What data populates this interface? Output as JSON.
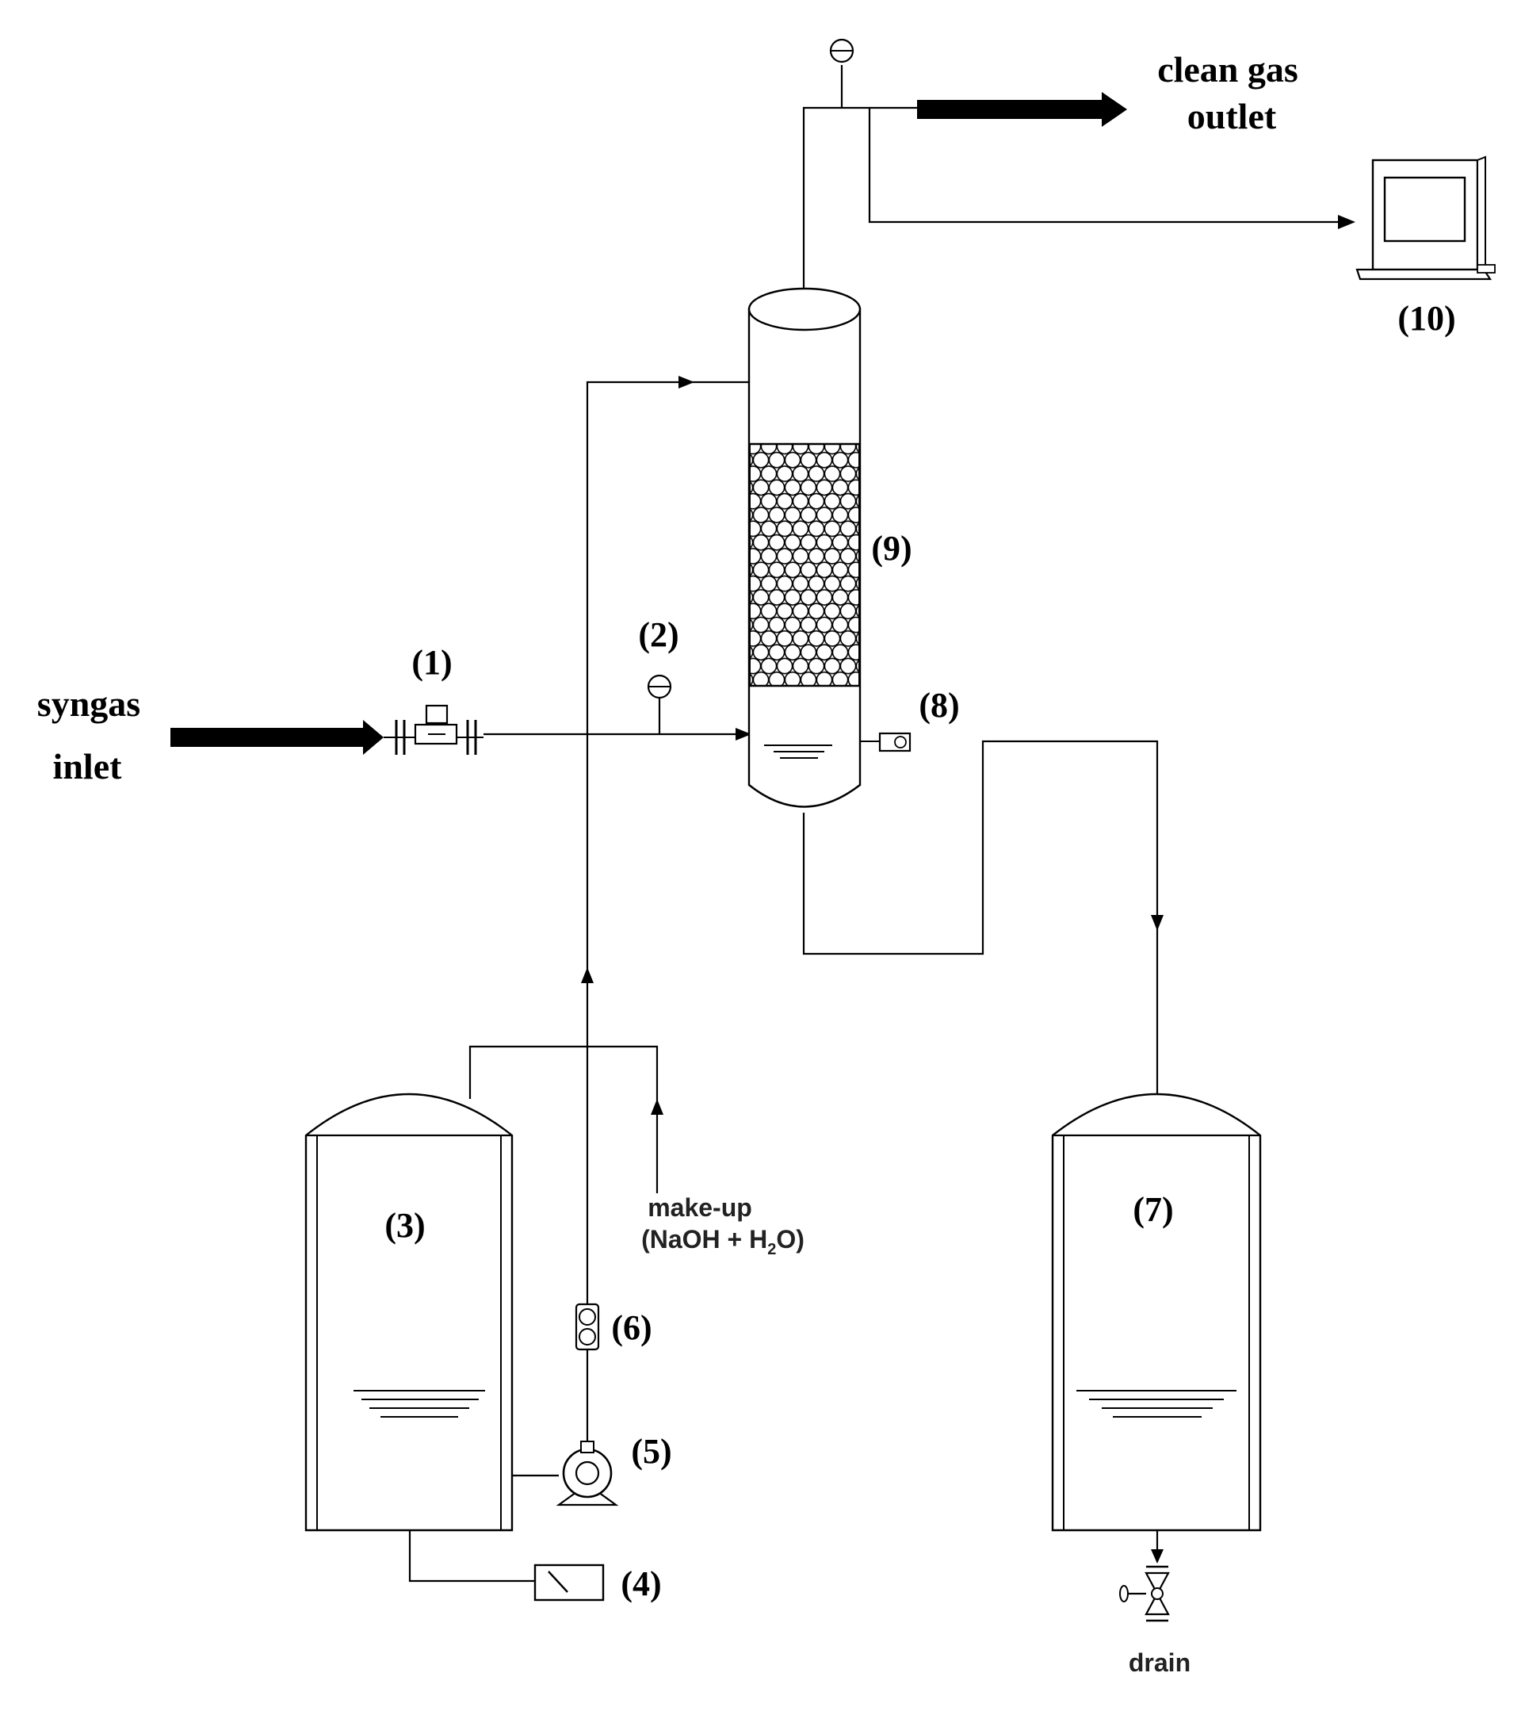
{
  "labels": {
    "syngas_line1": "syngas",
    "syngas_line2": "inlet",
    "clean_line1": "clean gas",
    "clean_line2": "outlet",
    "makeup_line1": "make-up",
    "makeup_line2_pre": "(NaOH + H",
    "makeup_sub": "2",
    "makeup_line2_post": "O)",
    "drain": "drain"
  },
  "numbers": {
    "n1": "(1)",
    "n2": "(2)",
    "n3": "(3)",
    "n4": "(4)",
    "n5": "(5)",
    "n6": "(6)",
    "n7": "(7)",
    "n8": "(8)",
    "n9": "(9)",
    "n10": "(10)"
  }
}
